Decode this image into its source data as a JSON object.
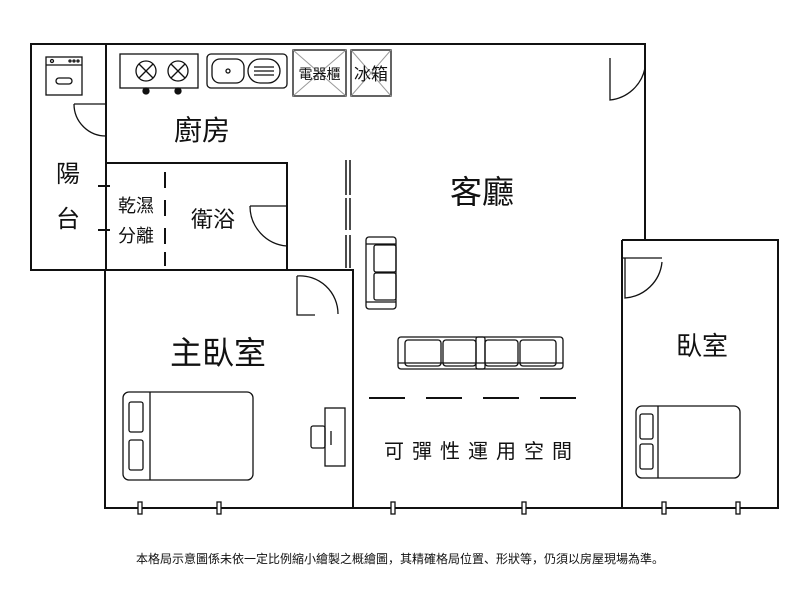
{
  "rooms": {
    "balcony": [
      "陽",
      "台"
    ],
    "kitchen": "廚房",
    "dry_wet": [
      "乾濕",
      "分離"
    ],
    "bathroom": "衛浴",
    "living_room": "客廳",
    "master_bedroom": "主臥室",
    "bedroom": "臥室",
    "flexible_space": "可彈性運用空間"
  },
  "fixtures": {
    "appliance_cabinet": "電器櫃",
    "fridge": "冰箱"
  },
  "disclaimer": "本格局示意圖係未依一定比例縮小繪製之概繪圖，其精確格局位置、形狀等，仍須以房屋現場為準。"
}
